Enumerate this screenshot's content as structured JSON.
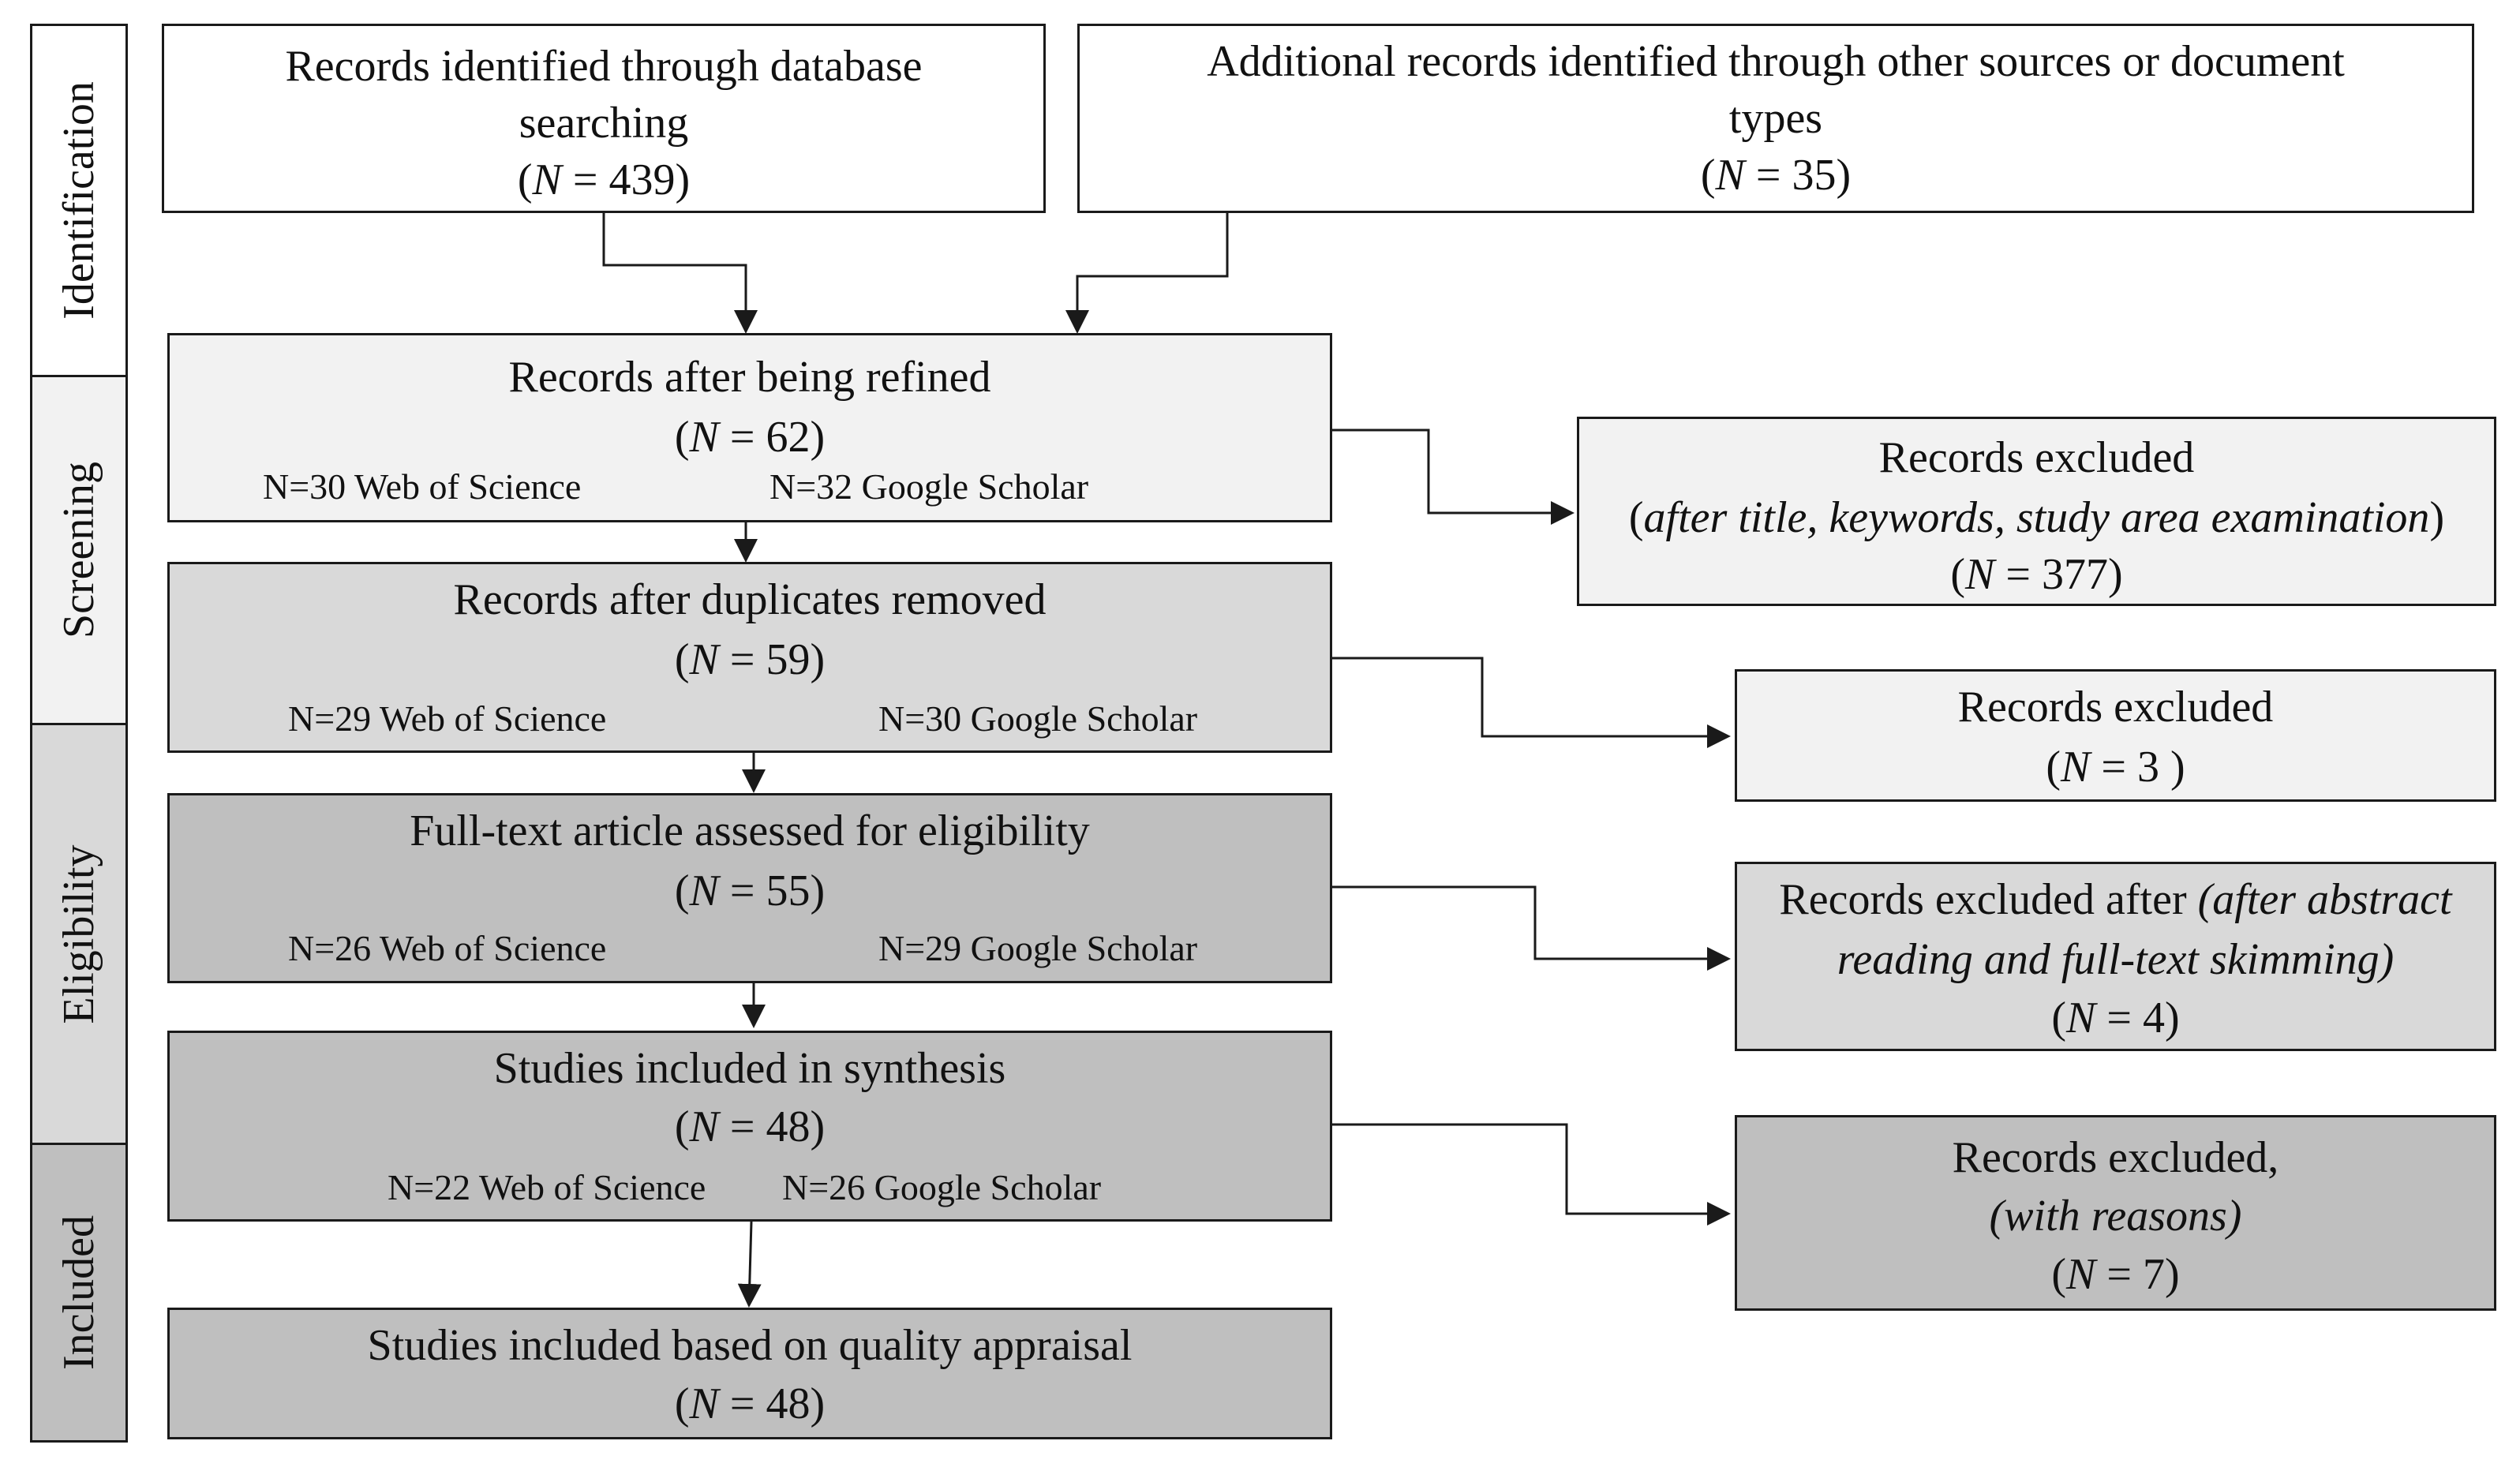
{
  "stages": {
    "identification": "Identification",
    "screening": "Screening",
    "eligibility": "Eligibility",
    "included": "Included"
  },
  "colors": {
    "stage_identification": "#ffffff",
    "stage_screening": "#f2f2f2",
    "stage_eligibility": "#d9d9d9",
    "stage_included": "#bfbfbf",
    "box_white": "#ffffff",
    "box_light": "#f2f2f2",
    "box_mid": "#d9d9d9",
    "box_dark": "#bfbfbf",
    "line": "#1a1a1a"
  },
  "identification": {
    "database": {
      "line1": "Records identified through database",
      "line2": "searching",
      "n_open": "(",
      "n_var": "N",
      "n_value": " = 439)"
    },
    "other": {
      "line1": "Additional records identified through other sources or document",
      "line2": "types",
      "n_open": "(",
      "n_var": "N",
      "n_value": " = 35)"
    }
  },
  "refined": {
    "title": "Records after being refined",
    "n_open": "(",
    "n_var": "N",
    "n_value": " = 62)",
    "left": "N=30 Web of Science",
    "right": "N=32 Google Scholar"
  },
  "excluded_1": {
    "title": "Records excluded",
    "detail_open": "(",
    "detail": "after title, keywords, study area examination",
    "detail_close": ")",
    "n_open": "(",
    "n_var": "N",
    "n_value": " = 377)"
  },
  "duplicates": {
    "title": "Records after duplicates removed",
    "n_open": "(",
    "n_var": "N",
    "n_value": " = 59)",
    "left": "N=29 Web of Science",
    "right": "N=30 Google Scholar"
  },
  "excluded_2": {
    "title": "Records excluded",
    "n_open": "(",
    "n_var": "N",
    "n_value": " = 3 )"
  },
  "fulltext": {
    "title": "Full-text article assessed for eligibility",
    "n_open": "(",
    "n_var": "N",
    "n_value": " = 55)",
    "left": "N=26 Web of Science",
    "right": "N=29 Google Scholar"
  },
  "excluded_3": {
    "title_plain": "Records excluded after ",
    "title_italic": "(after abstract",
    "line2": "reading and full-text skimming)",
    "n_open": "(",
    "n_var": "N",
    "n_value": " = 4)"
  },
  "synthesis": {
    "title": "Studies included in synthesis",
    "n_open": "(",
    "n_var": "N",
    "n_value": " = 48)",
    "left": "N=22 Web of Science",
    "right": "N=26 Google Scholar"
  },
  "excluded_4": {
    "title": "Records excluded,",
    "detail": "(with reasons)",
    "n_open": "(",
    "n_var": "N",
    "n_value": " = 7)"
  },
  "quality": {
    "title": "Studies included based on quality appraisal",
    "n_open": "(",
    "n_var": "N",
    "n_value": " = 48)"
  }
}
